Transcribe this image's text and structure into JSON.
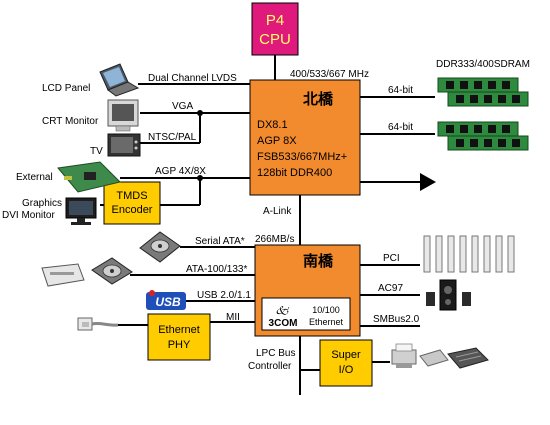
{
  "cpu": {
    "line1": "P4",
    "line2": "CPU",
    "color": "#e0197d"
  },
  "northbridge": {
    "name": "北橋",
    "lines": [
      "DX8.1",
      "AGP 8X",
      "FSB533/667MHz+",
      "128bit DDR400"
    ],
    "color": "#f28a2e"
  },
  "southbridge": {
    "name": "南橋",
    "ethernet_chip": {
      "logo": "3COM",
      "line1": "10/100",
      "line2": "Ethernet"
    },
    "color": "#f28a2e"
  },
  "bus_labels": {
    "fsb": "400/533/667 MHz",
    "lvds": "Dual Channel LVDS",
    "vga": "VGA",
    "ntsc": "NTSC/PAL",
    "agp": "AGP 4X/8X",
    "mem_top": "64-bit",
    "mem_bottom": "64-bit",
    "alink": "A-Link",
    "alink_speed": "266MB/s",
    "sata": "Serial ATA*",
    "ata": "ATA-100/133*",
    "usb": "USB 2.0/1.1",
    "mii": "MII",
    "pci": "PCI",
    "ac97": "AC97",
    "smbus": "SMBus2.0",
    "lpc_line1": "LPC Bus",
    "lpc_line2": "Controller"
  },
  "devices": {
    "lcd": "LCD Panel",
    "crt": "CRT Monitor",
    "tv": "TV",
    "external_line1": "External",
    "external_line2": "Graphics",
    "external_line3": "DVI Monitor",
    "ddr": "DDR333/400SDRAM"
  },
  "boxes": {
    "tmds_line1": "TMDS",
    "tmds_line2": "Encoder",
    "phy_line1": "Ethernet",
    "phy_line2": "PHY",
    "superio_line1": "Super",
    "superio_line2": "I/O",
    "yellow": "#ffcc00"
  },
  "usb_logo": "USB"
}
